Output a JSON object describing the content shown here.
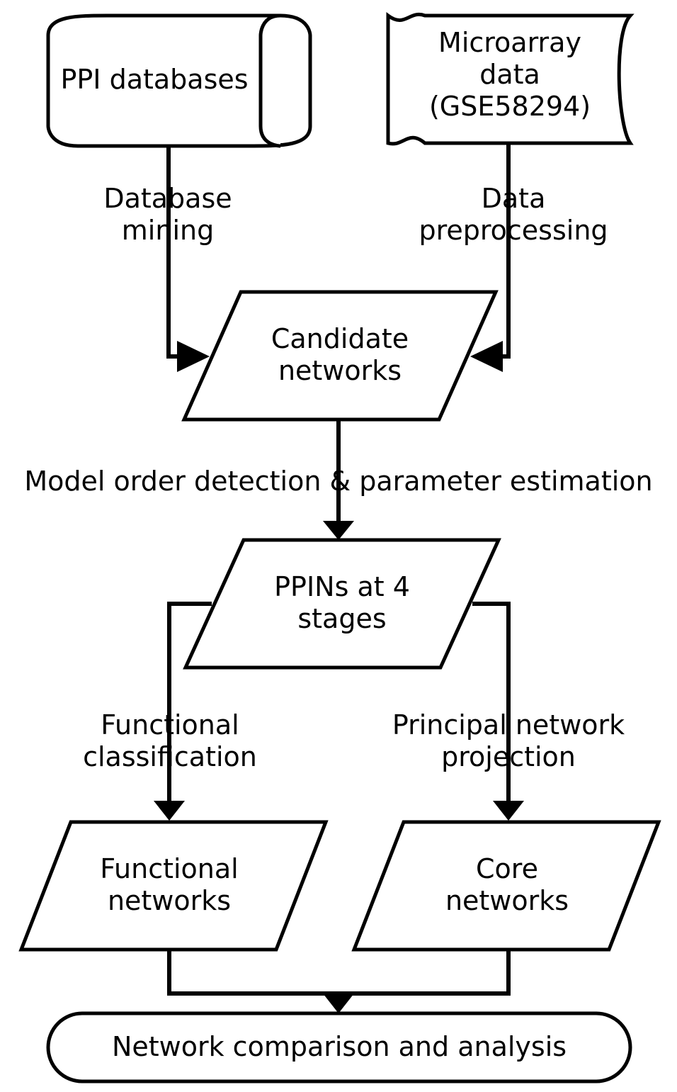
{
  "diagram": {
    "title": "Workflow flowchart",
    "nodes": [
      {
        "id": "ppi-databases",
        "shape": "cylinder",
        "label": "PPI databases"
      },
      {
        "id": "microarray-data",
        "shape": "document",
        "label": "Microarray\ndata\n(GSE58294)"
      },
      {
        "id": "candidate-networks",
        "shape": "parallelogram",
        "label": "Candidate\nnetworks"
      },
      {
        "id": "ppins-at-4-stages",
        "shape": "parallelogram",
        "label": "PPINs at 4\nstages"
      },
      {
        "id": "functional-networks",
        "shape": "parallelogram",
        "label": "Functional\nnetworks"
      },
      {
        "id": "core-networks",
        "shape": "parallelogram",
        "label": "Core\nnetworks"
      },
      {
        "id": "network-comparison",
        "shape": "stadium",
        "label": "Network comparison and analysis"
      }
    ],
    "edge_labels": [
      {
        "id": "database-mining",
        "label": "Database\nmining"
      },
      {
        "id": "data-preprocessing",
        "label": "Data\npreprocessing"
      },
      {
        "id": "model-order",
        "label": "Model order detection & parameter estimation"
      },
      {
        "id": "functional-classification",
        "label": "Functional\nclassification"
      },
      {
        "id": "principal-network-projection",
        "label": "Principal network\nprojection"
      }
    ],
    "colors": {
      "stroke": "#000000",
      "fill": "#ffffff",
      "text": "#000000"
    }
  }
}
